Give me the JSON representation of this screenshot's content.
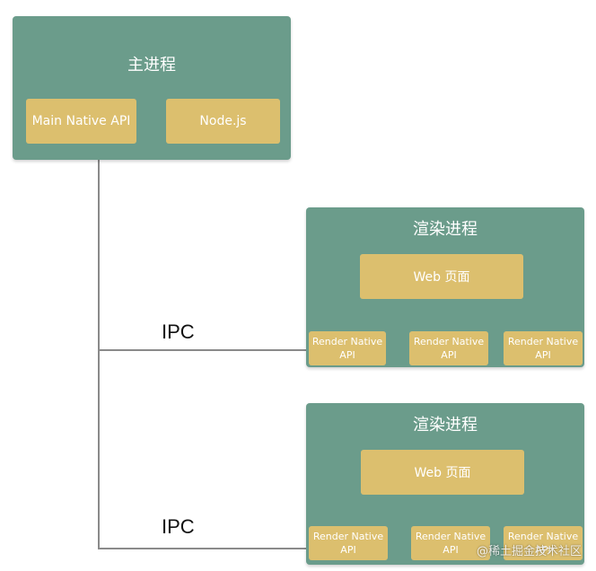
{
  "colors": {
    "process_fill": "#6b9c8b",
    "component_fill": "#dcbf6e",
    "connector": "#8a8a8a"
  },
  "main_process": {
    "title": "主进程",
    "components": [
      {
        "label": "Main Native API"
      },
      {
        "label": "Node.js"
      }
    ]
  },
  "render_processes": [
    {
      "title": "渲染进程",
      "web_label": "Web 页面",
      "apis": [
        {
          "line1": "Render Native",
          "line2": "API"
        },
        {
          "line1": "Render Native",
          "line2": "API"
        },
        {
          "line1": "Render Native",
          "line2": "API"
        }
      ]
    },
    {
      "title": "渲染进程",
      "web_label": "Web 页面",
      "apis": [
        {
          "line1": "Render Native",
          "line2": "API"
        },
        {
          "line1": "Render Native",
          "line2": "API"
        },
        {
          "line1": "Render Native",
          "line2": "API"
        }
      ]
    }
  ],
  "connections": [
    {
      "label": "IPC"
    },
    {
      "label": "IPC"
    }
  ],
  "watermark": "@稀土掘金技术社区"
}
